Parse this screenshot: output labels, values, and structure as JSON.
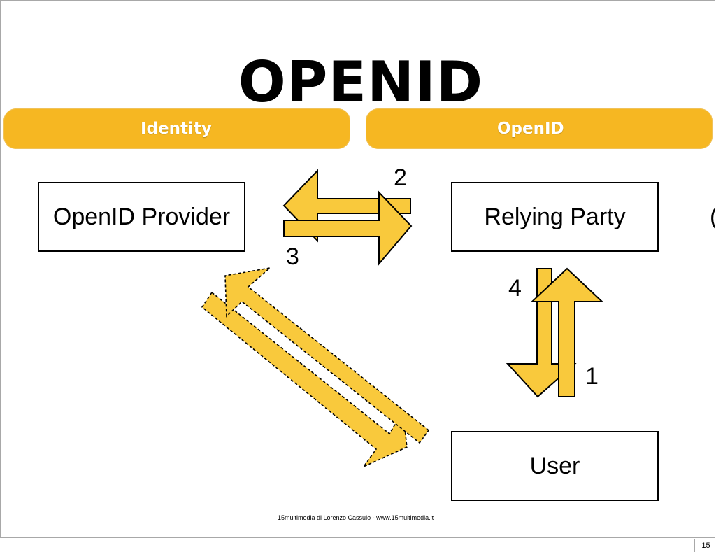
{
  "slide": {
    "title": "OPENID",
    "bar_left_label": "Identity",
    "bar_right_label": "OpenID",
    "accent_color": "#f6b722",
    "arrow_color": "#f9c93c"
  },
  "nodes": {
    "provider": "OpenID Provider",
    "relying_party": "Relying Party",
    "user": "User",
    "edge_glyph": "("
  },
  "steps": {
    "one": "1",
    "two": "2",
    "three": "3",
    "four": "4"
  },
  "footer": {
    "text": "15multimedia di Lorenzo Cassulo - ",
    "link": "www.15multimedia.it"
  },
  "page_number": "15"
}
